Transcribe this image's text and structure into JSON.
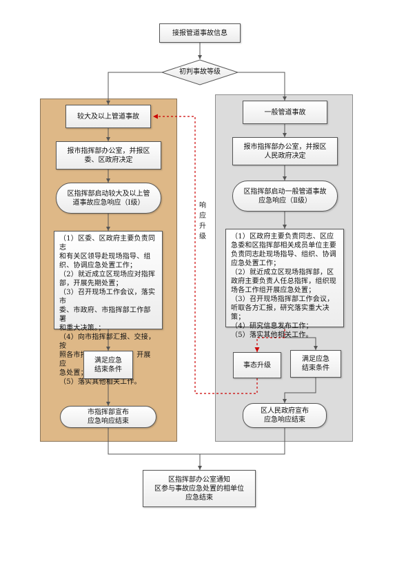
{
  "colors": {
    "left_panel": "#deb887",
    "right_panel": "#dcdcdc",
    "escalation_arrow": "#cc0000",
    "connector": "#555555"
  },
  "nodes": {
    "start": "接报管道事故信息",
    "decision": "初判事故等级",
    "left_title": "较大及以上管道事故",
    "left_report": "报市指挥部办公室，并报区\n委、区政府决定",
    "left_activate": "区指挥部启动较大及以上管\n道事故应急响应（Ⅰ级）",
    "left_actions": "（1）区委、区政府主要负责同志\n和有关区领导赴现场指导、组\n织、协调应急处置工作；\n（2）就近成立区现场应对指挥\n部，开展先期处置；\n（3）召开现场工作会议，落实市\n委、市政府、市指挥部工作部署\n和重大决策。；\n（4）向市指挥部汇报、交接，按\n照各市指挥部工作部署，开展应\n急处置；\n（5）落实其他相关工作。",
    "left_condition": "满足应急\n结束条件",
    "left_end": "市指挥部宣布\n应急响应结束",
    "right_title": "一般管道事故",
    "right_report": "报市指挥部办公室，并报区\n人民政府决定",
    "right_activate": "区指挥部启动一般管道事故\n应急响应（Ⅱ级）",
    "right_actions": "（1）区政府主要负责同志、区应\n急委和区指挥部相关成员单位主要\n负责同志赴现场指导、组织、协调\n应急处置工作；\n（2）就近成立区现场指挥部，区\n政府主要负责人任总指挥，组织现\n场各工作组开展应急处置；\n（3）召开现场指挥部工作会议，\n听取各方汇报，研究落实重大决\n策；\n（4）研究信息发布工作；\n（5）落实其他相关工作。",
    "right_escalate": "事态升级",
    "right_condition": "满足应急\n结束条件",
    "right_end": "区人民政府宣布\n应急响应结束",
    "final": "区指挥部办公室通知\n区参与事故应急处置的相单位\n应急结束"
  },
  "labels": {
    "escalation": "响\n应\n升\n级"
  }
}
